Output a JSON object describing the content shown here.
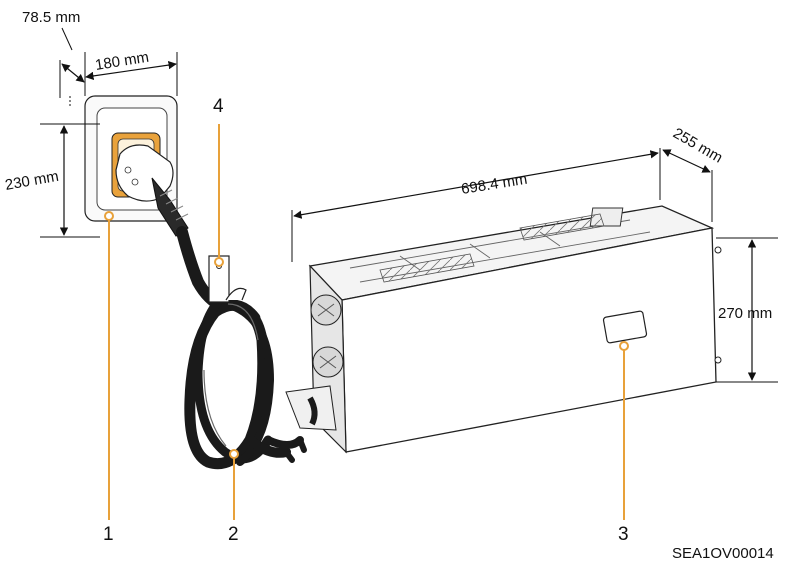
{
  "dimensions": {
    "socket_depth": "78.5 mm",
    "socket_width": "180 mm",
    "socket_height": "230 mm",
    "pack_length": "698.4 mm",
    "pack_depth": "255 mm",
    "pack_height": "270 mm"
  },
  "callouts": [
    {
      "number": "1"
    },
    {
      "number": "2"
    },
    {
      "number": "3"
    },
    {
      "number": "4"
    }
  ],
  "figure_code": "SEA1OV00014",
  "colors": {
    "callout": "#e8a13a",
    "socket_accent": "#e9a23b",
    "line": "#111111",
    "cable": "#1a1a1a"
  }
}
